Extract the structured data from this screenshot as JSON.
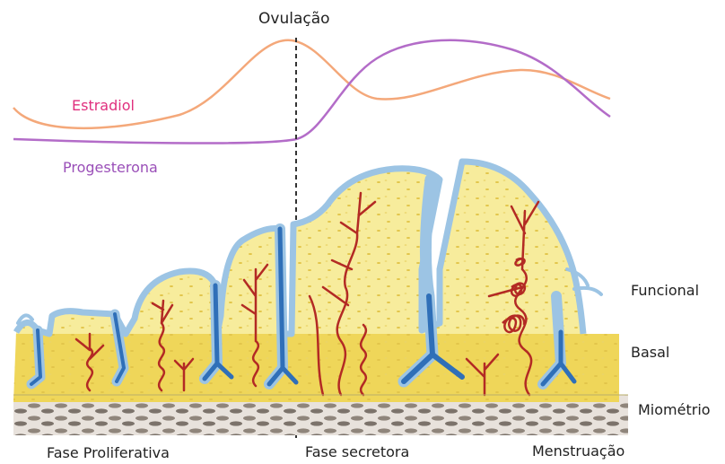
{
  "labels": {
    "ovulation": "Ovulação",
    "estradiol": "Estradiol",
    "progesterone": "Progesterona",
    "functional_layer": "Funcional",
    "basal_layer": "Basal",
    "myometrium": "Miométrio",
    "proliferative_phase": "Fase Proliferativa",
    "secretory_phase": "Fase secretora",
    "menstruation": "Menstruação"
  },
  "colors": {
    "estradiol": "#f4a87a",
    "progesterone": "#b36cc8",
    "estradiol_label": "#e0307e",
    "progesterone_label": "#9a4fb8",
    "functional": "#f7ec9c",
    "basal": "#efd659",
    "epithelium": "#9cc4e4",
    "gland_core": "#2f6fb8",
    "vessel": "#b32a24",
    "myometrium": "#8b8178"
  }
}
